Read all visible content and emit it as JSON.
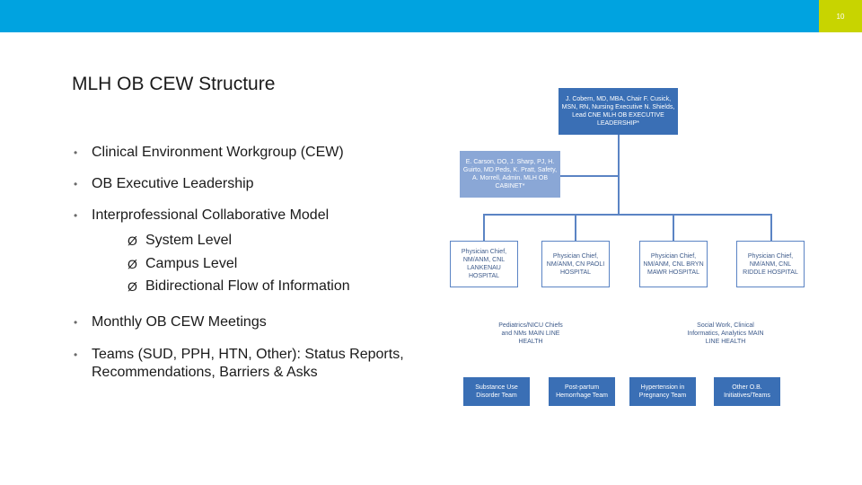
{
  "page_number": "10",
  "title": "MLH OB CEW Structure",
  "bullets": [
    {
      "text": "Clinical Environment Workgroup (CEW)"
    },
    {
      "text": "OB Executive Leadership"
    },
    {
      "text": "Interprofessional Collaborative Model"
    },
    {
      "text": "Monthly OB CEW Meetings"
    },
    {
      "text": "Teams (SUD, PPH, HTN, Other): Status Reports, Recommendations, Barriers & Asks"
    }
  ],
  "sub_bullets": [
    "System Level",
    "Campus Level",
    "Bidirectional Flow of Information"
  ],
  "bullet_glyph": "•",
  "arrow_glyph": "Ø",
  "org_chart": {
    "executive": "J. Cobern, MD, MBA, Chair F. Cusick, MSN, RN, Nursing Executive N. Shields, Lead CNE MLH OB EXECUTIVE LEADERSHIP*",
    "cabinet": "E. Carson, DO, J. Sharp, PJ, H. Guirto, MD Peds, K. Pratt, Safety, A. Morrell, Admin. MLH OB CABINET*",
    "hospitals": [
      "Physician Chief, NM/ANM, CNL LANKENAU HOSPITAL",
      "Physician Chief, NM/ANM, CN PAOLI HOSPITAL",
      "Physician Chief, NM/ANM, CNL BRYN MAWR HOSPITAL",
      "Physician Chief, NM/ANM, CNL RIDDLE HOSPITAL"
    ],
    "left_group": "Pediatrics/NICU Chiefs and NMs MAIN LINE HEALTH",
    "right_group": "Social Work, Clinical Informatics, Analytics MAIN LINE HEALTH",
    "teams": [
      "Substance Use Disorder Team",
      "Post-partum Hemorrhage Team",
      "Hypertension in Pregnancy Team",
      "Other O.B. Initiatives/Teams"
    ]
  },
  "colors": {
    "top_bar": "#00a3e0",
    "page_box": "#c8d400",
    "org_dark": "#3a6fb5",
    "org_light": "#8aa7d6",
    "org_text": "#3d5a8a"
  }
}
